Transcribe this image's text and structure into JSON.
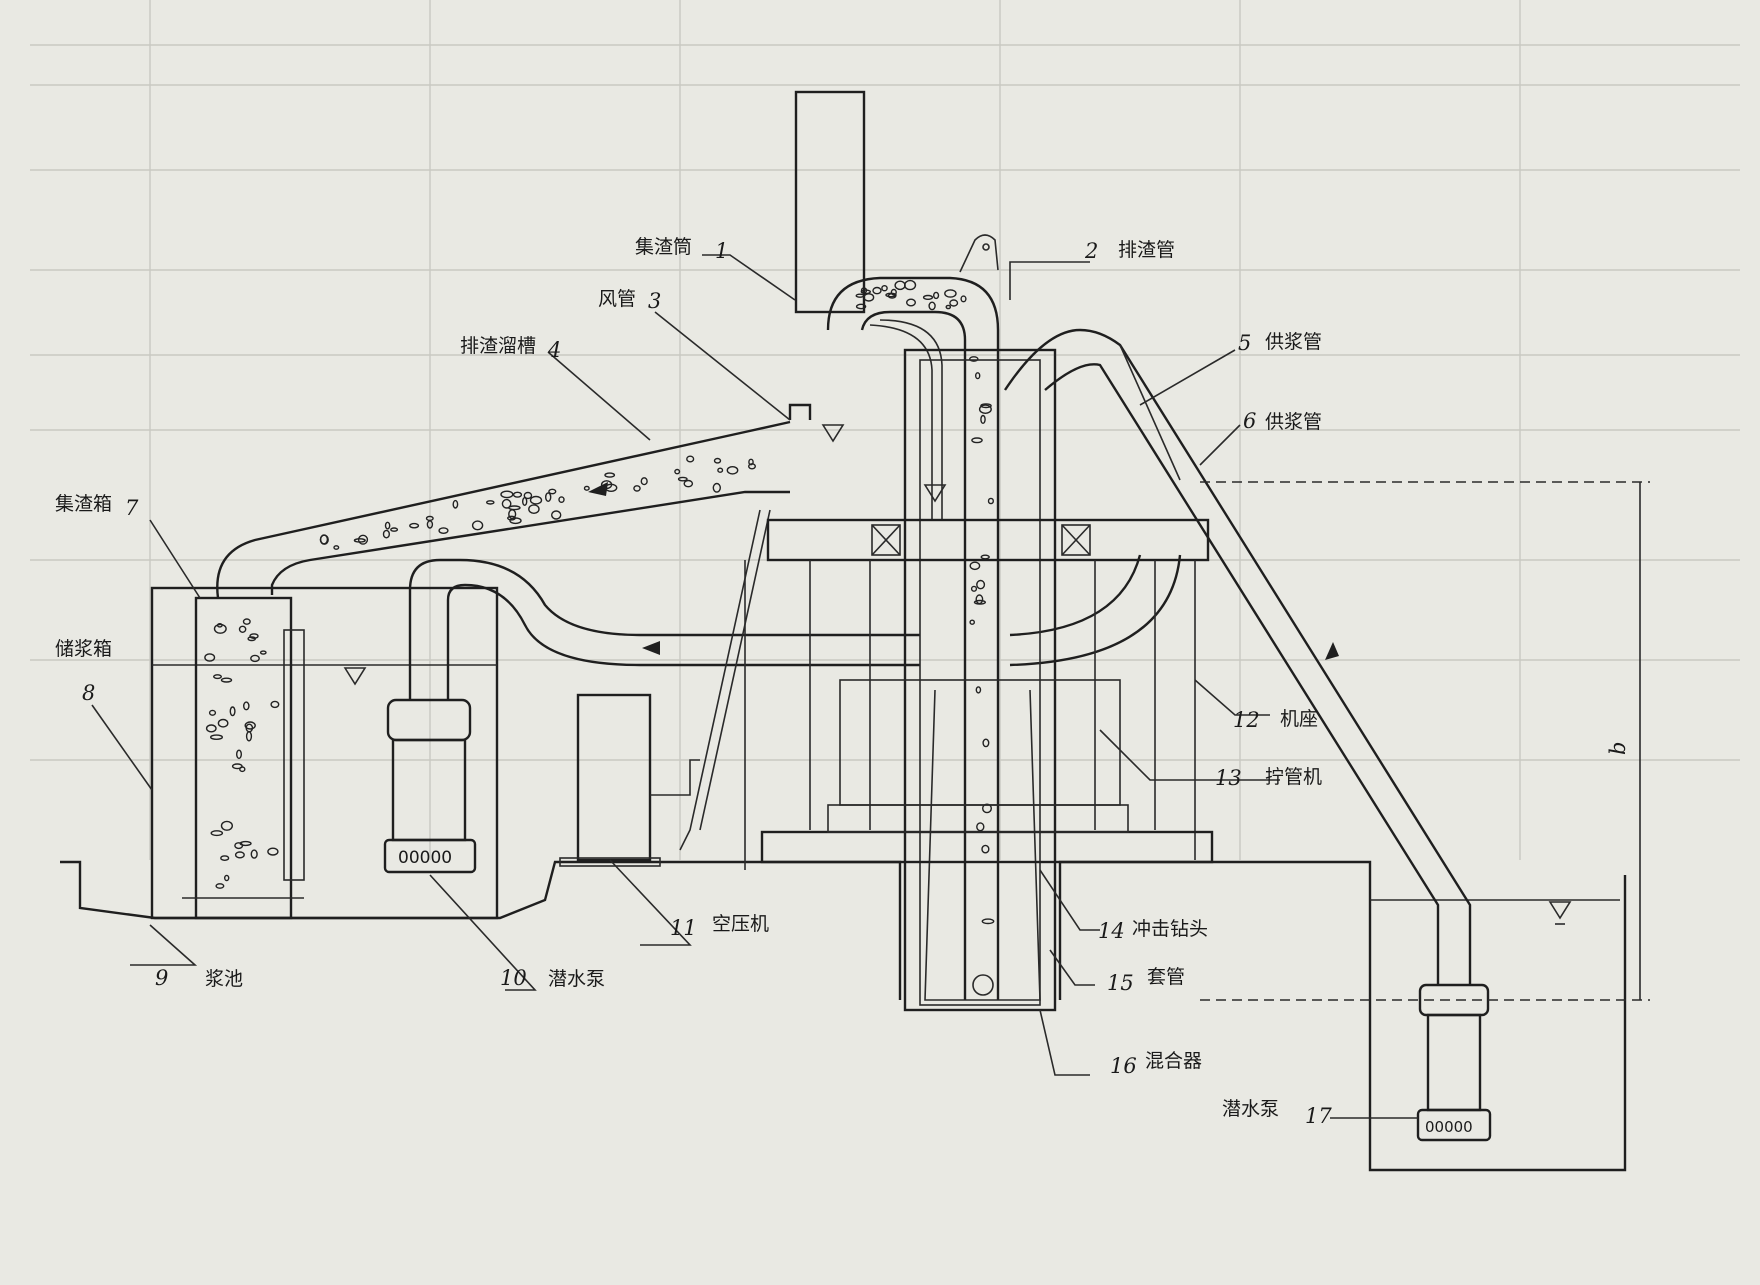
{
  "labels": [
    {
      "id": "jizhatong",
      "num": "1",
      "text": "集渣筒"
    },
    {
      "id": "paizhaguan",
      "num": "2",
      "text": "排渣管"
    },
    {
      "id": "fengguan",
      "num": "3",
      "text": "风管"
    },
    {
      "id": "paizhaliucao",
      "num": "4",
      "text": "排渣溜槽"
    },
    {
      "id": "gongjiangguan5",
      "num": "5",
      "text": "供浆管"
    },
    {
      "id": "gongjiangguan6",
      "num": "6",
      "text": "供浆管"
    },
    {
      "id": "jizhaxiang",
      "num": "7",
      "text": "集渣箱"
    },
    {
      "id": "chujiangxiang",
      "num": "8",
      "text": "储浆箱"
    },
    {
      "id": "jiangchi",
      "num": "9",
      "text": "浆池"
    },
    {
      "id": "qianshuibeng10",
      "num": "10",
      "text": "潜水泵"
    },
    {
      "id": "kongyaji",
      "num": "11",
      "text": "空压机"
    },
    {
      "id": "jizuo",
      "num": "12",
      "text": "机座"
    },
    {
      "id": "ningguanji",
      "num": "13",
      "text": "拧管机"
    },
    {
      "id": "chongjizuantou",
      "num": "14",
      "text": "冲击钻头"
    },
    {
      "id": "taoguan",
      "num": "15",
      "text": "套管"
    },
    {
      "id": "hunheqi",
      "num": "16",
      "text": "混合器"
    },
    {
      "id": "qianshuibeng17",
      "num": "17",
      "text": "潜水泵"
    }
  ],
  "dimension_label": "b",
  "colors": {
    "paper": "#e9e9e3",
    "ink": "#1f1f1f",
    "ghost": "#c9c9c2"
  }
}
